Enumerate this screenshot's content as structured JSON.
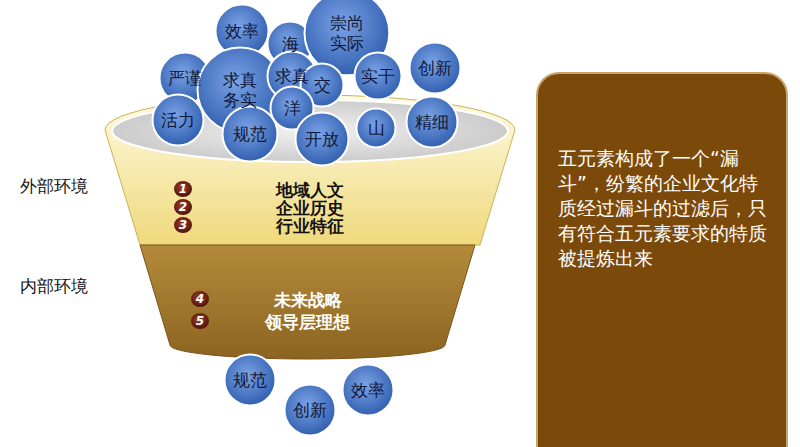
{
  "diagram": {
    "nodes": [
      {
        "text": [
          "效率"
        ]
      },
      {
        "text": [
          "海"
        ]
      },
      {
        "text": [
          "崇尚实际"
        ]
      },
      {
        "text": [
          "严谨"
        ]
      },
      {
        "text": [
          "求真务实"
        ]
      },
      {
        "text": [
          "求真"
        ]
      },
      {
        "text": [
          "交"
        ]
      },
      {
        "text": [
          "实干"
        ]
      },
      {
        "text": [
          "创新"
        ]
      },
      {
        "text": [
          "活力"
        ]
      },
      {
        "text": [
          "规范"
        ]
      },
      {
        "text": [
          "洋"
        ]
      },
      {
        "text": [
          "开放"
        ]
      },
      {
        "text": [
          "山"
        ]
      },
      {
        "text": [
          "精细"
        ]
      },
      {
        "text": [
          "地域人文",
          "企业历史",
          "行业特征"
        ]
      },
      {
        "text": [
          "1"
        ],
        "in": 15
      },
      {
        "text": [
          "2"
        ],
        "in": 15
      },
      {
        "text": [
          "3"
        ],
        "in": 15
      },
      {
        "text": [
          "未来战略",
          "领导层理想"
        ]
      },
      {
        "text": [
          "4"
        ],
        "in": 19
      },
      {
        "text": [
          "5"
        ],
        "in": 19
      },
      {
        "text": [
          "五元素构成了一个“漏斗”，纷繁的企业文化特质经过漏斗的过滤后，只有符合五元素要求的特质被提炼出来"
        ]
      },
      {
        "text": [
          "规范"
        ]
      },
      {
        "text": [
          "创新"
        ]
      },
      {
        "text": [
          "效率"
        ]
      }
    ],
    "labels": [
      "外部环境",
      "内部环境"
    ]
  }
}
